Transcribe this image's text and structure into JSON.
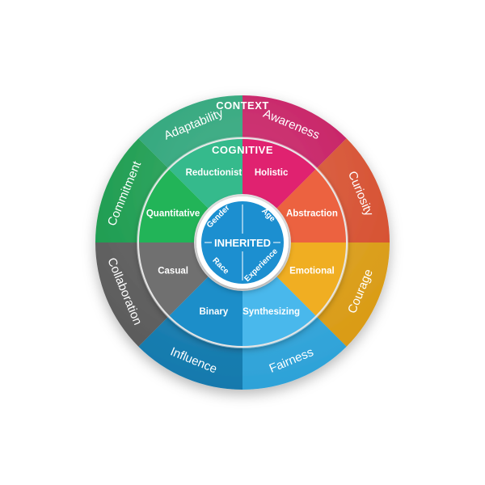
{
  "outer_ring": {
    "title": "CONTEXT",
    "segments": [
      {
        "label": "Awareness",
        "color": "#c4145c"
      },
      {
        "label": "Curiosity",
        "color": "#d54b2a"
      },
      {
        "label": "Courage",
        "color": "#d99a12"
      },
      {
        "label": "Fairness",
        "color": "#2da2d8"
      },
      {
        "label": "Influence",
        "color": "#1279ad"
      },
      {
        "label": "Collaboration",
        "color": "#595959"
      },
      {
        "label": "Commitment",
        "color": "#15994a"
      },
      {
        "label": "Adaptability",
        "color": "#24a174"
      }
    ]
  },
  "middle_ring": {
    "title": "COGNITIVE",
    "segments": [
      {
        "label": "Holistic",
        "color": "#e0206f"
      },
      {
        "label": "Abstraction",
        "color": "#ec6240"
      },
      {
        "label": "Emotional",
        "color": "#f0ae24"
      },
      {
        "label": "Synthesizing",
        "color": "#4ab8ec"
      },
      {
        "label": "Binary",
        "color": "#1e8ec9"
      },
      {
        "label": "Casual",
        "color": "#707070"
      },
      {
        "label": "Quantitative",
        "color": "#22b458"
      },
      {
        "label": "Reductionist",
        "color": "#36ba8c"
      }
    ]
  },
  "center": {
    "title": "INHERITED",
    "color": "#1a8fd0",
    "items": [
      "Age",
      "Experience",
      "Race",
      "Gender"
    ]
  }
}
